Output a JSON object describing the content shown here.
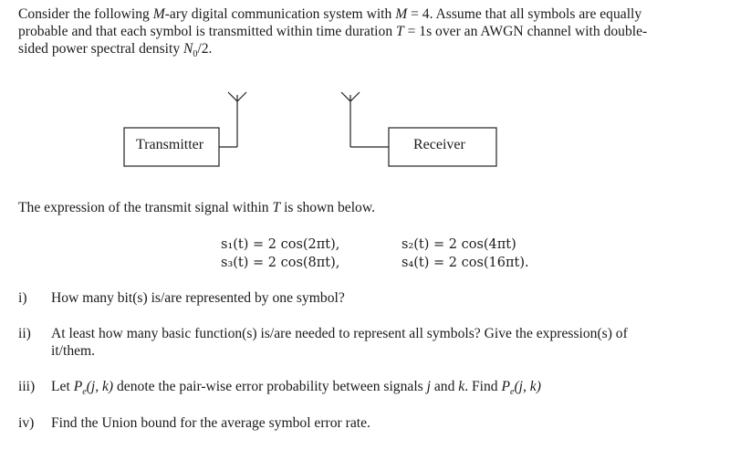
{
  "intro": {
    "l1a": "Consider the following ",
    "l1b": "M",
    "l1c": "-ary digital communication system with ",
    "l1d": "M",
    "l1e": " = 4. Assume that all symbols are equally",
    "l2a": "probable and that each symbol is transmitted within time duration ",
    "l2b": "T",
    "l2c": " = 1s over an AWGN channel with double-",
    "l3a": "sided power spectral density ",
    "l3b": "N",
    "l3c": "0",
    "l3d": "/2."
  },
  "diagram": {
    "transmitter_label": "Transmitter",
    "receiver_label": "Receiver"
  },
  "expression_intro": {
    "a": "The expression of the transmit signal within ",
    "b": "T",
    "c": " is shown below."
  },
  "signals": {
    "s1": "s₁(t) = 2 cos(2πt),",
    "s2": "s₂(t) = 2 cos(4πt)",
    "s3": "s₃(t) = 2 cos(8πt),",
    "s4": "s₄(t) = 2 cos(16πt)."
  },
  "questions": {
    "q1_num": "i)",
    "q1_text": "How many bit(s) is/are represented by one symbol?",
    "q2_num": "ii)",
    "q2_text_l1": "At least how many basic function(s) is/are needed to represent all symbols? Give the expression(s) of",
    "q2_text_l2": "it/them.",
    "q3_num": "iii)",
    "q3_a": "Let ",
    "q3_b": "P",
    "q3_c": "e",
    "q3_d": "(j, k)",
    "q3_e": " denote the pair-wise error probability between signals ",
    "q3_f": "j",
    "q3_g": " and ",
    "q3_h": "k",
    "q3_i": ". Find ",
    "q3_j": "P",
    "q3_k": "e",
    "q3_l": "(j, k)",
    "q4_num": "iv)",
    "q4_text": "Find the Union bound for the average symbol error rate."
  }
}
